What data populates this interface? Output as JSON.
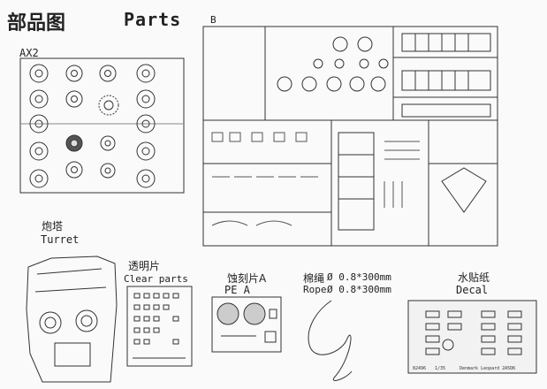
{
  "header": {
    "title_cn": "部品图",
    "title_en": "Parts"
  },
  "sprues": {
    "ax2": "AX2",
    "b": "B"
  },
  "sections": {
    "turret": {
      "cn": "炮塔",
      "en": "Turret"
    },
    "clear": {
      "cn": "透明片",
      "en": "Clear parts"
    },
    "pe": {
      "cn": "蚀刻片A",
      "en": "PE A"
    },
    "rope": {
      "cn": "棉绳",
      "spec_cn": "Ø 0.8*300mm",
      "en": "Rope",
      "spec_en": "Ø 0.8*300mm"
    },
    "decal": {
      "cn": "水贴纸",
      "en": "Decal",
      "code": "82496",
      "scale": "1/35",
      "name": "Denmark Leopard 2A5DK"
    }
  }
}
